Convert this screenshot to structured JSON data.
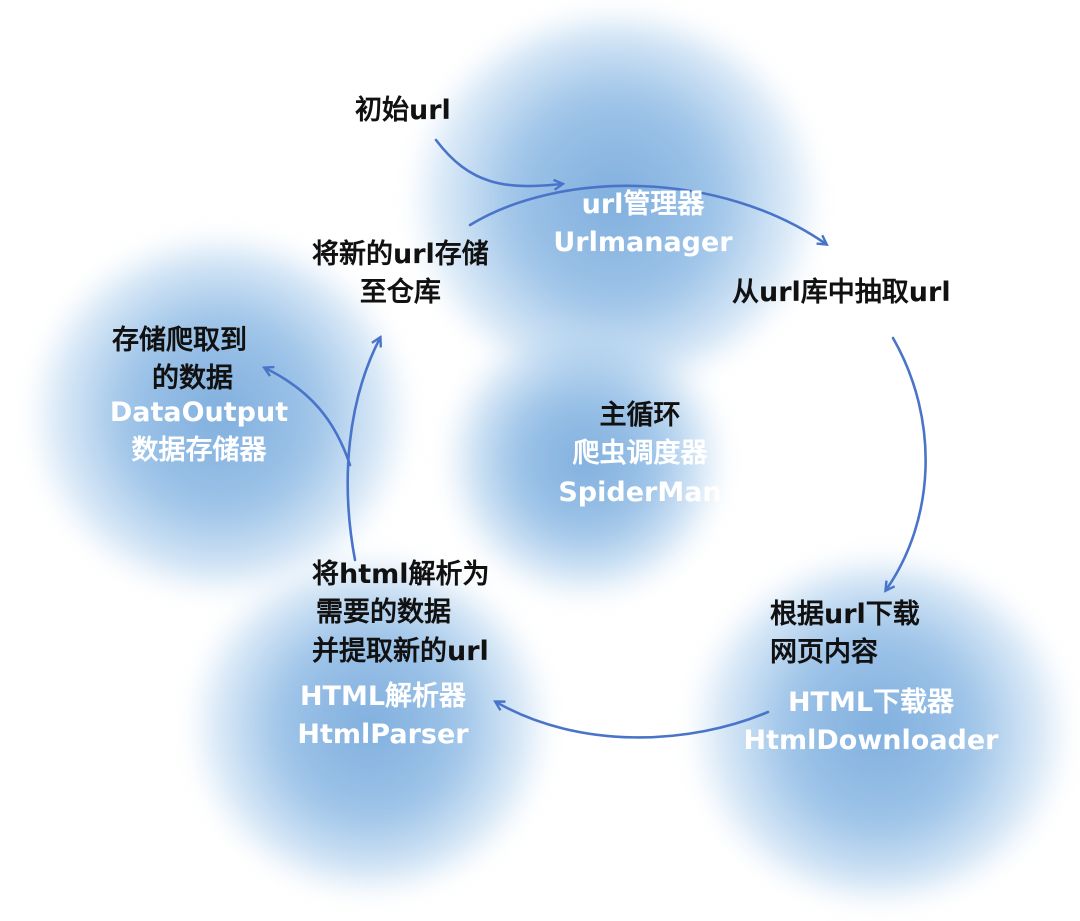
{
  "modules": {
    "scheduler": {
      "name_cn": "主循环",
      "name_cn2": "爬虫调度器",
      "name_en": "SpiderMan"
    },
    "url_manager": {
      "name_cn": "url管理器",
      "name_en": "Urlmanager"
    },
    "data_output": {
      "name_en": "DataOutput",
      "name_cn": "数据存储器"
    },
    "html_parser": {
      "name_cn": "HTML解析器",
      "name_en": "HtmlParser"
    },
    "html_downloader": {
      "name_cn": "HTML下载器",
      "name_en": "HtmlDownloader"
    }
  },
  "steps": {
    "initial_url": "初始url",
    "store_new_url": [
      "将新的url存储",
      "至仓库"
    ],
    "fetch_url": "从url库中抽取url",
    "download": [
      "根据url下载",
      "网页内容"
    ],
    "parse": [
      "将html解析为",
      "需要的数据",
      "并提取新的url"
    ],
    "store_data": [
      "存储爬取到",
      "的数据"
    ]
  },
  "colors": {
    "arrow": "#4a74c9",
    "blob": "#8cb9e4",
    "module_text": "#ffffff",
    "step_text": "#111111"
  }
}
